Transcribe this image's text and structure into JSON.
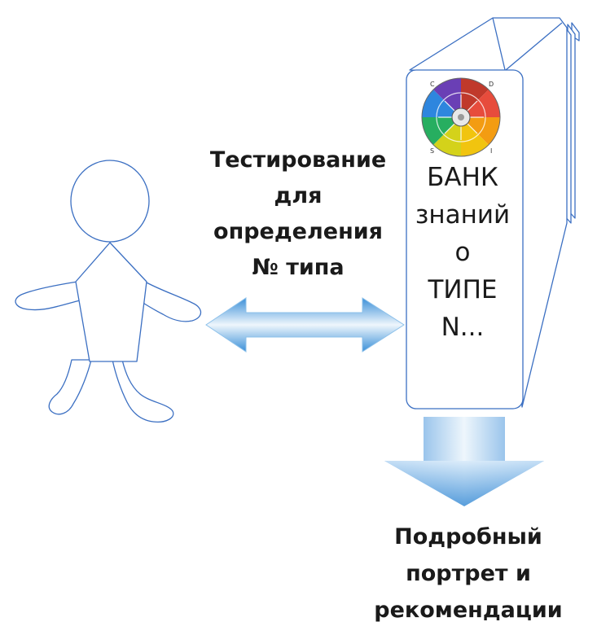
{
  "testing_label": [
    "Тестирование",
    "для",
    "определения",
    "№ типа"
  ],
  "book": {
    "text_lines": [
      "БАНК",
      "знаний",
      "о",
      "ТИПЕ",
      "N..."
    ],
    "wheel_corner_letters": [
      "C",
      "D",
      "S",
      "I"
    ]
  },
  "result_label": [
    "Подробный",
    "портрет и",
    "рекомендации"
  ],
  "colors": {
    "outline": "#3b6fc2",
    "arrow_light": "#eef6fc",
    "arrow_dark": "#3a8fd8",
    "text": "#1a1a1a"
  },
  "icons": [
    "person-figure-icon",
    "double-arrow-icon",
    "book-stack-icon",
    "color-wheel-icon",
    "down-arrow-icon"
  ]
}
